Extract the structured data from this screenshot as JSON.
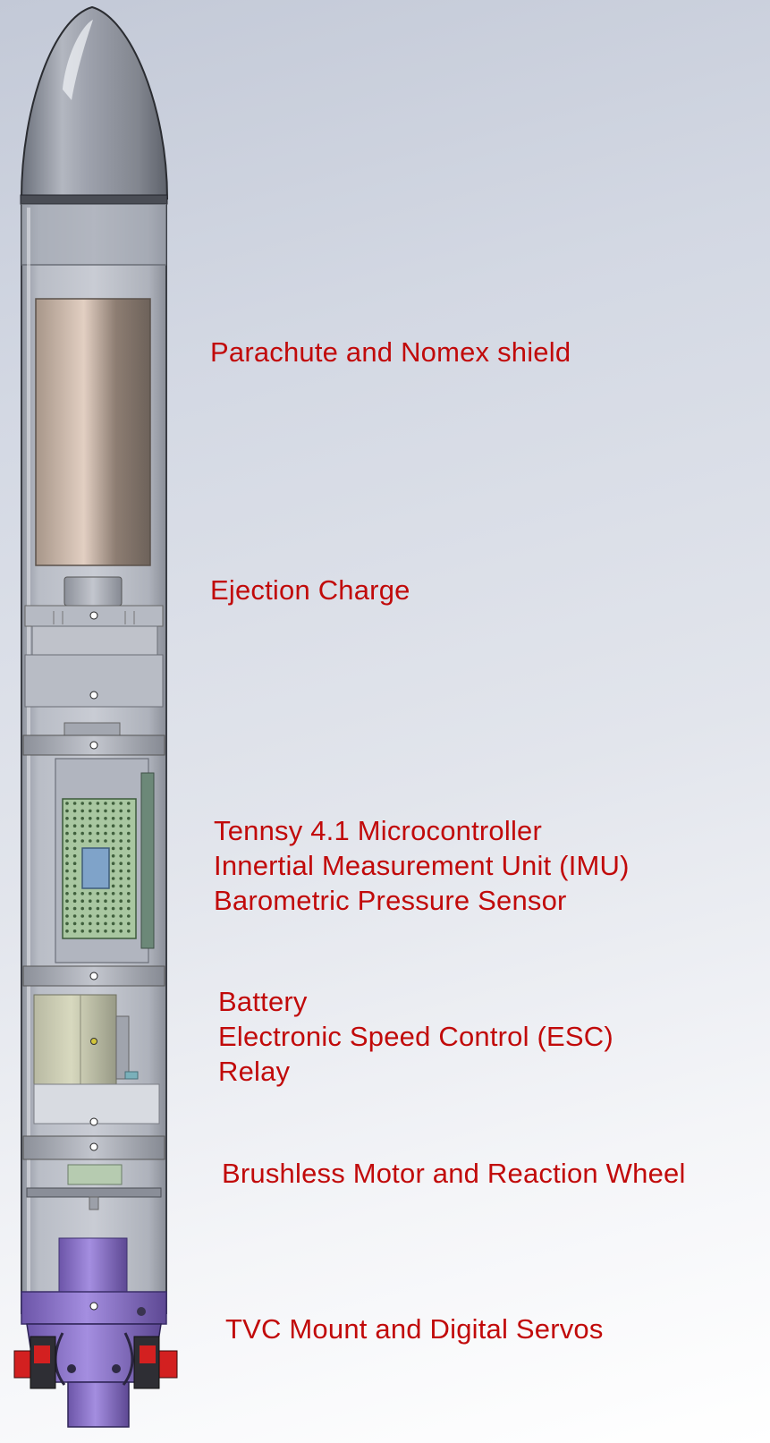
{
  "diagram": {
    "labels": {
      "parachute": [
        "Parachute and Nomex shield"
      ],
      "ejection": [
        "Ejection Charge"
      ],
      "avionics": [
        "Tennsy 4.1 Microcontroller",
        "Innertial Measurement Unit (IMU)",
        "Barometric Pressure Sensor"
      ],
      "power": [
        "Battery",
        "Electronic Speed Control (ESC)",
        "Relay"
      ],
      "reaction": [
        "Brushless Motor and Reaction Wheel"
      ],
      "tvc": [
        "TVC Mount and Digital Servos"
      ]
    }
  },
  "colors": {
    "label_text": "#c10a0a",
    "nose_cone": "#8e939f",
    "parachute": "#c8b0a0",
    "tvc_mount": "#8a72c8",
    "servo_red": "#d32020",
    "pcb_green": "#a8c8a0"
  }
}
